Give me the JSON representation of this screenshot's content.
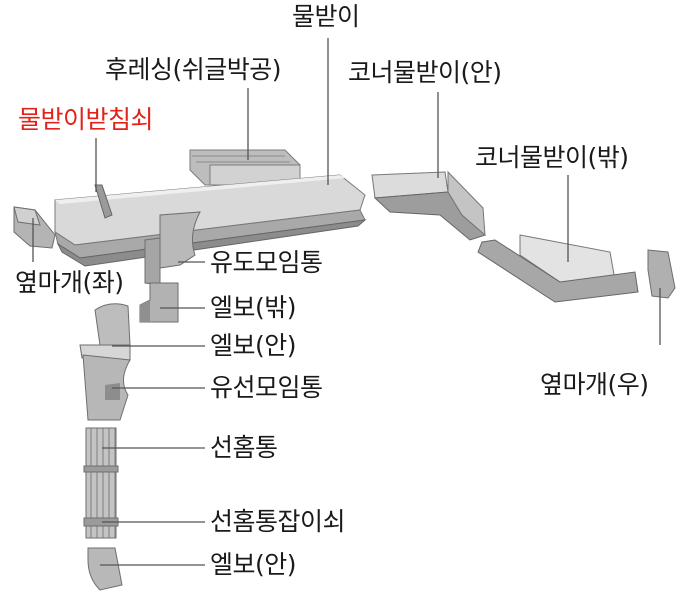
{
  "title": "",
  "colors": {
    "label": "#1a1a1a",
    "highlight": "#e2231a",
    "part_fill": "#c8c8c8",
    "part_dark": "#8f8f8f",
    "part_light": "#e6e6e6",
    "leader": "#555555"
  },
  "labels": {
    "gutter": "물받이",
    "flashing": "후레싱(쉬글박공)",
    "hanger": "물받이받침쇠",
    "corner_inner": "코너물받이(안)",
    "corner_outer": "코너물받이(밖)",
    "end_cap_left": "옆마개(좌)",
    "end_cap_right": "옆마개(우)",
    "outlet": "유도모임통",
    "elbow_out": "엘보(밖)",
    "elbow_in": "엘보(안)",
    "collector": "유선모임통",
    "downpipe": "선홈통",
    "pipe_clip": "선홈통잡이쇠",
    "elbow_bottom": "엘보(안)"
  }
}
